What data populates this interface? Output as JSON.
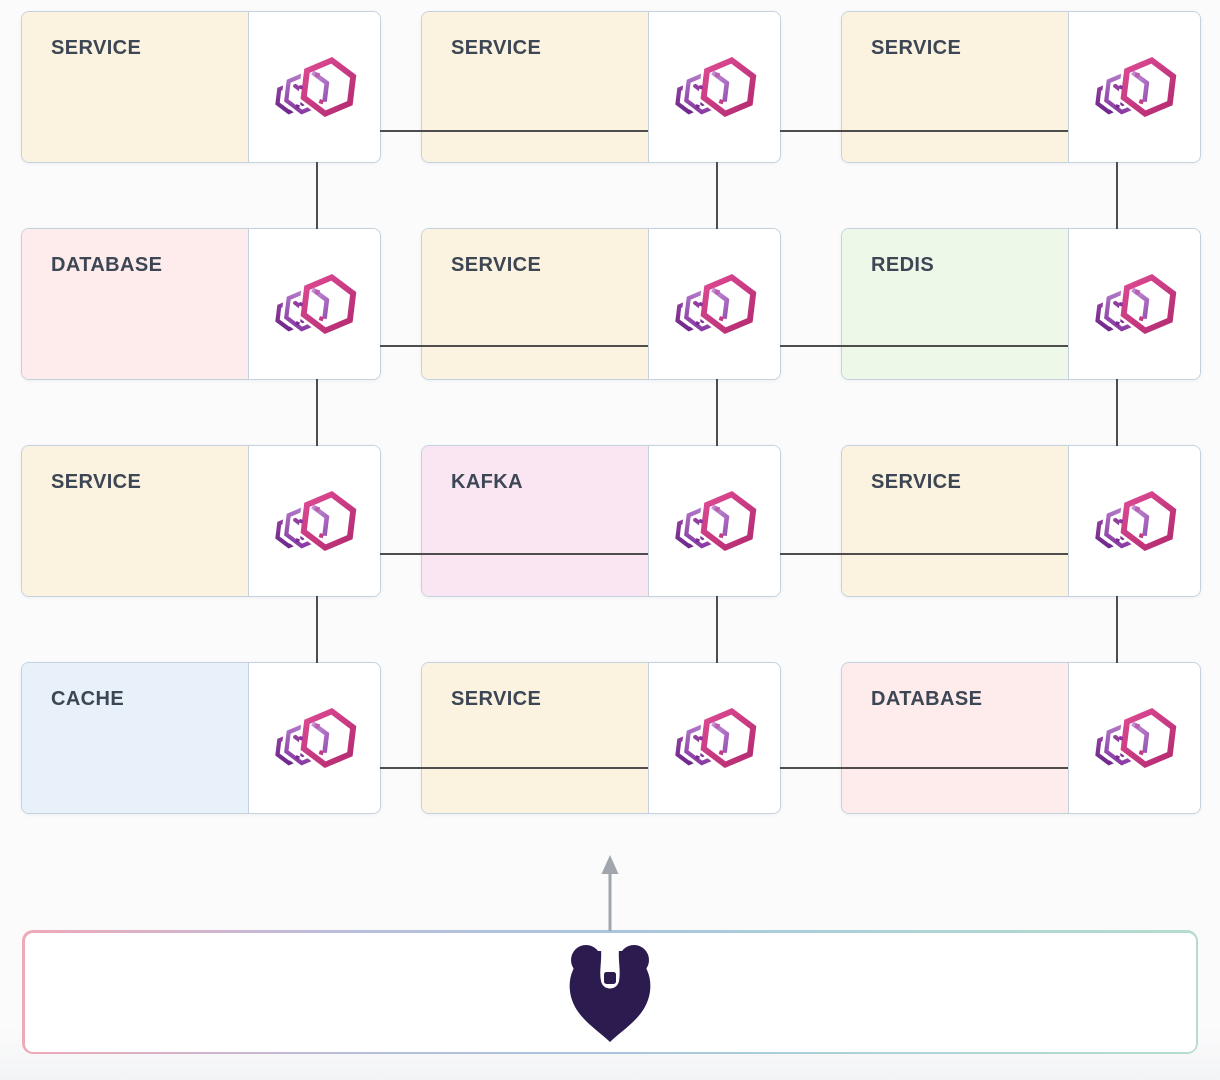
{
  "page": {
    "background": "#fafbfc"
  },
  "diagram": {
    "nodes": [
      {
        "label": "SERVICE",
        "type": "service",
        "color": "#fbf3e0"
      },
      {
        "label": "SERVICE",
        "type": "service",
        "color": "#fbf3e0"
      },
      {
        "label": "SERVICE",
        "type": "service",
        "color": "#fbf3e0"
      },
      {
        "label": "DATABASE",
        "type": "database",
        "color": "#fdeceb"
      },
      {
        "label": "SERVICE",
        "type": "service",
        "color": "#fbf3e0"
      },
      {
        "label": "REDIS",
        "type": "redis",
        "color": "#eef8e8"
      },
      {
        "label": "SERVICE",
        "type": "service",
        "color": "#fbf3e0"
      },
      {
        "label": "KAFKA",
        "type": "kafka",
        "color": "#fae6f3"
      },
      {
        "label": "SERVICE",
        "type": "service",
        "color": "#fbf3e0"
      },
      {
        "label": "CACHE",
        "type": "cache",
        "color": "#e8f1fa"
      },
      {
        "label": "SERVICE",
        "type": "service",
        "color": "#fbf3e0"
      },
      {
        "label": "DATABASE",
        "type": "database",
        "color": "#fdeceb"
      }
    ],
    "node_icon": "container-hexagon-icon",
    "node_border_color": "#c6d1de",
    "label_color": "#3d4654",
    "edge_color": "#4d4d4d",
    "arrow": {
      "direction": "up",
      "color": "#a0a6ab"
    },
    "footer": {
      "logo": "bear-logo",
      "logo_color": "#2b1b4f",
      "background": "#ffffff",
      "border_gradient": [
        "#efa9b8",
        "#a9c6de",
        "#b5dcce"
      ]
    }
  }
}
